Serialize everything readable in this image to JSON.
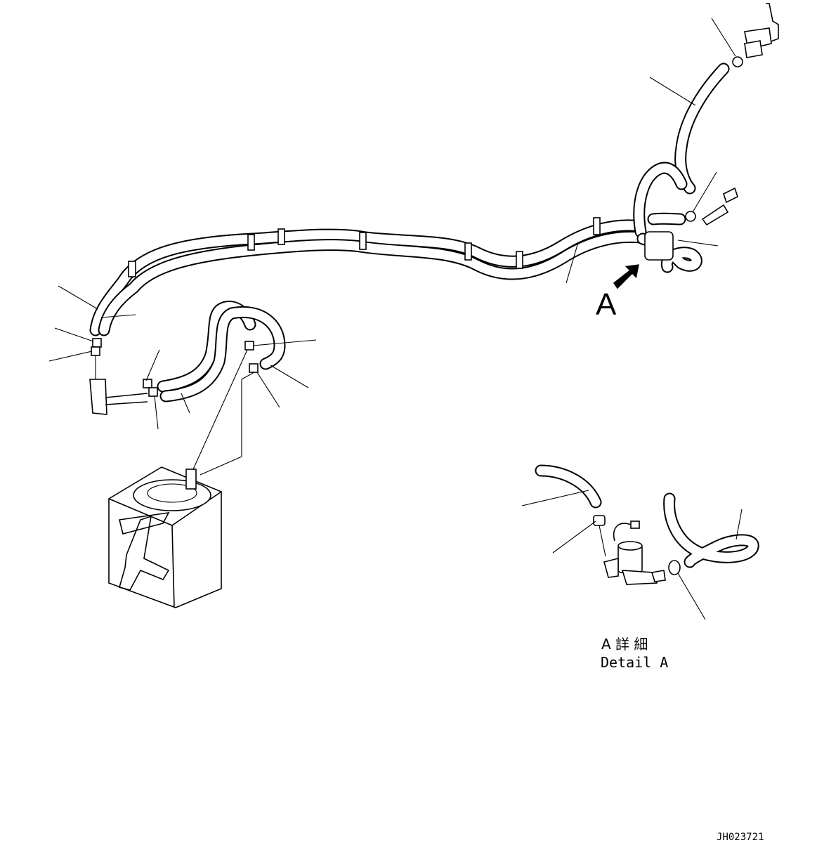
{
  "view_marker": "A",
  "detail": {
    "title_jp": "A 詳 細",
    "title_en": "Detail A"
  },
  "drawing_number": "JH023721"
}
